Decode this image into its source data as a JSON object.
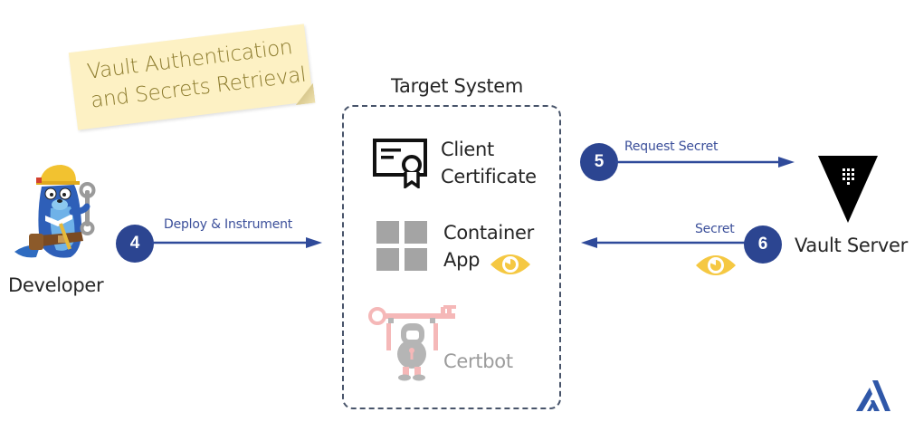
{
  "title_note": {
    "line1": "Vault Authentication",
    "line2": "and Secrets Retrieval"
  },
  "developer": {
    "label": "Developer",
    "icon": "gopher-developer-mascot-icon"
  },
  "target_system": {
    "title": "Target System",
    "components": [
      {
        "label_line1": "Client",
        "label_line2": "Certificate",
        "icon": "certificate-icon"
      },
      {
        "label_line1": "Container",
        "label_line2": "App",
        "icon": "container-grid-icon",
        "badge_icon": "eye-icon"
      },
      {
        "label_line1": "Certbot",
        "icon": "certbot-robot-icon",
        "muted": true
      }
    ]
  },
  "vault": {
    "label": "Vault Server",
    "icon": "vault-triangle-logo-icon"
  },
  "steps": [
    {
      "number": "4",
      "label": "Deploy & Instrument",
      "direction": "right",
      "from": "Developer",
      "to": "Target System"
    },
    {
      "number": "5",
      "label": "Request Secret",
      "direction": "right",
      "from": "Target System",
      "to": "Vault Server"
    },
    {
      "number": "6",
      "label": "Secret",
      "direction": "left",
      "from": "Vault Server",
      "to": "Target System",
      "badge_icon": "eye-icon"
    }
  ],
  "colors": {
    "step_blue": "#2c4591",
    "arrow_blue": "#2f4a9a",
    "eye_yellow": "#f5c842",
    "note_bg": "#fdf1c4",
    "note_text": "#8b7a2c",
    "box_border": "#48546a"
  },
  "corner_logo": "company-logo-icon"
}
